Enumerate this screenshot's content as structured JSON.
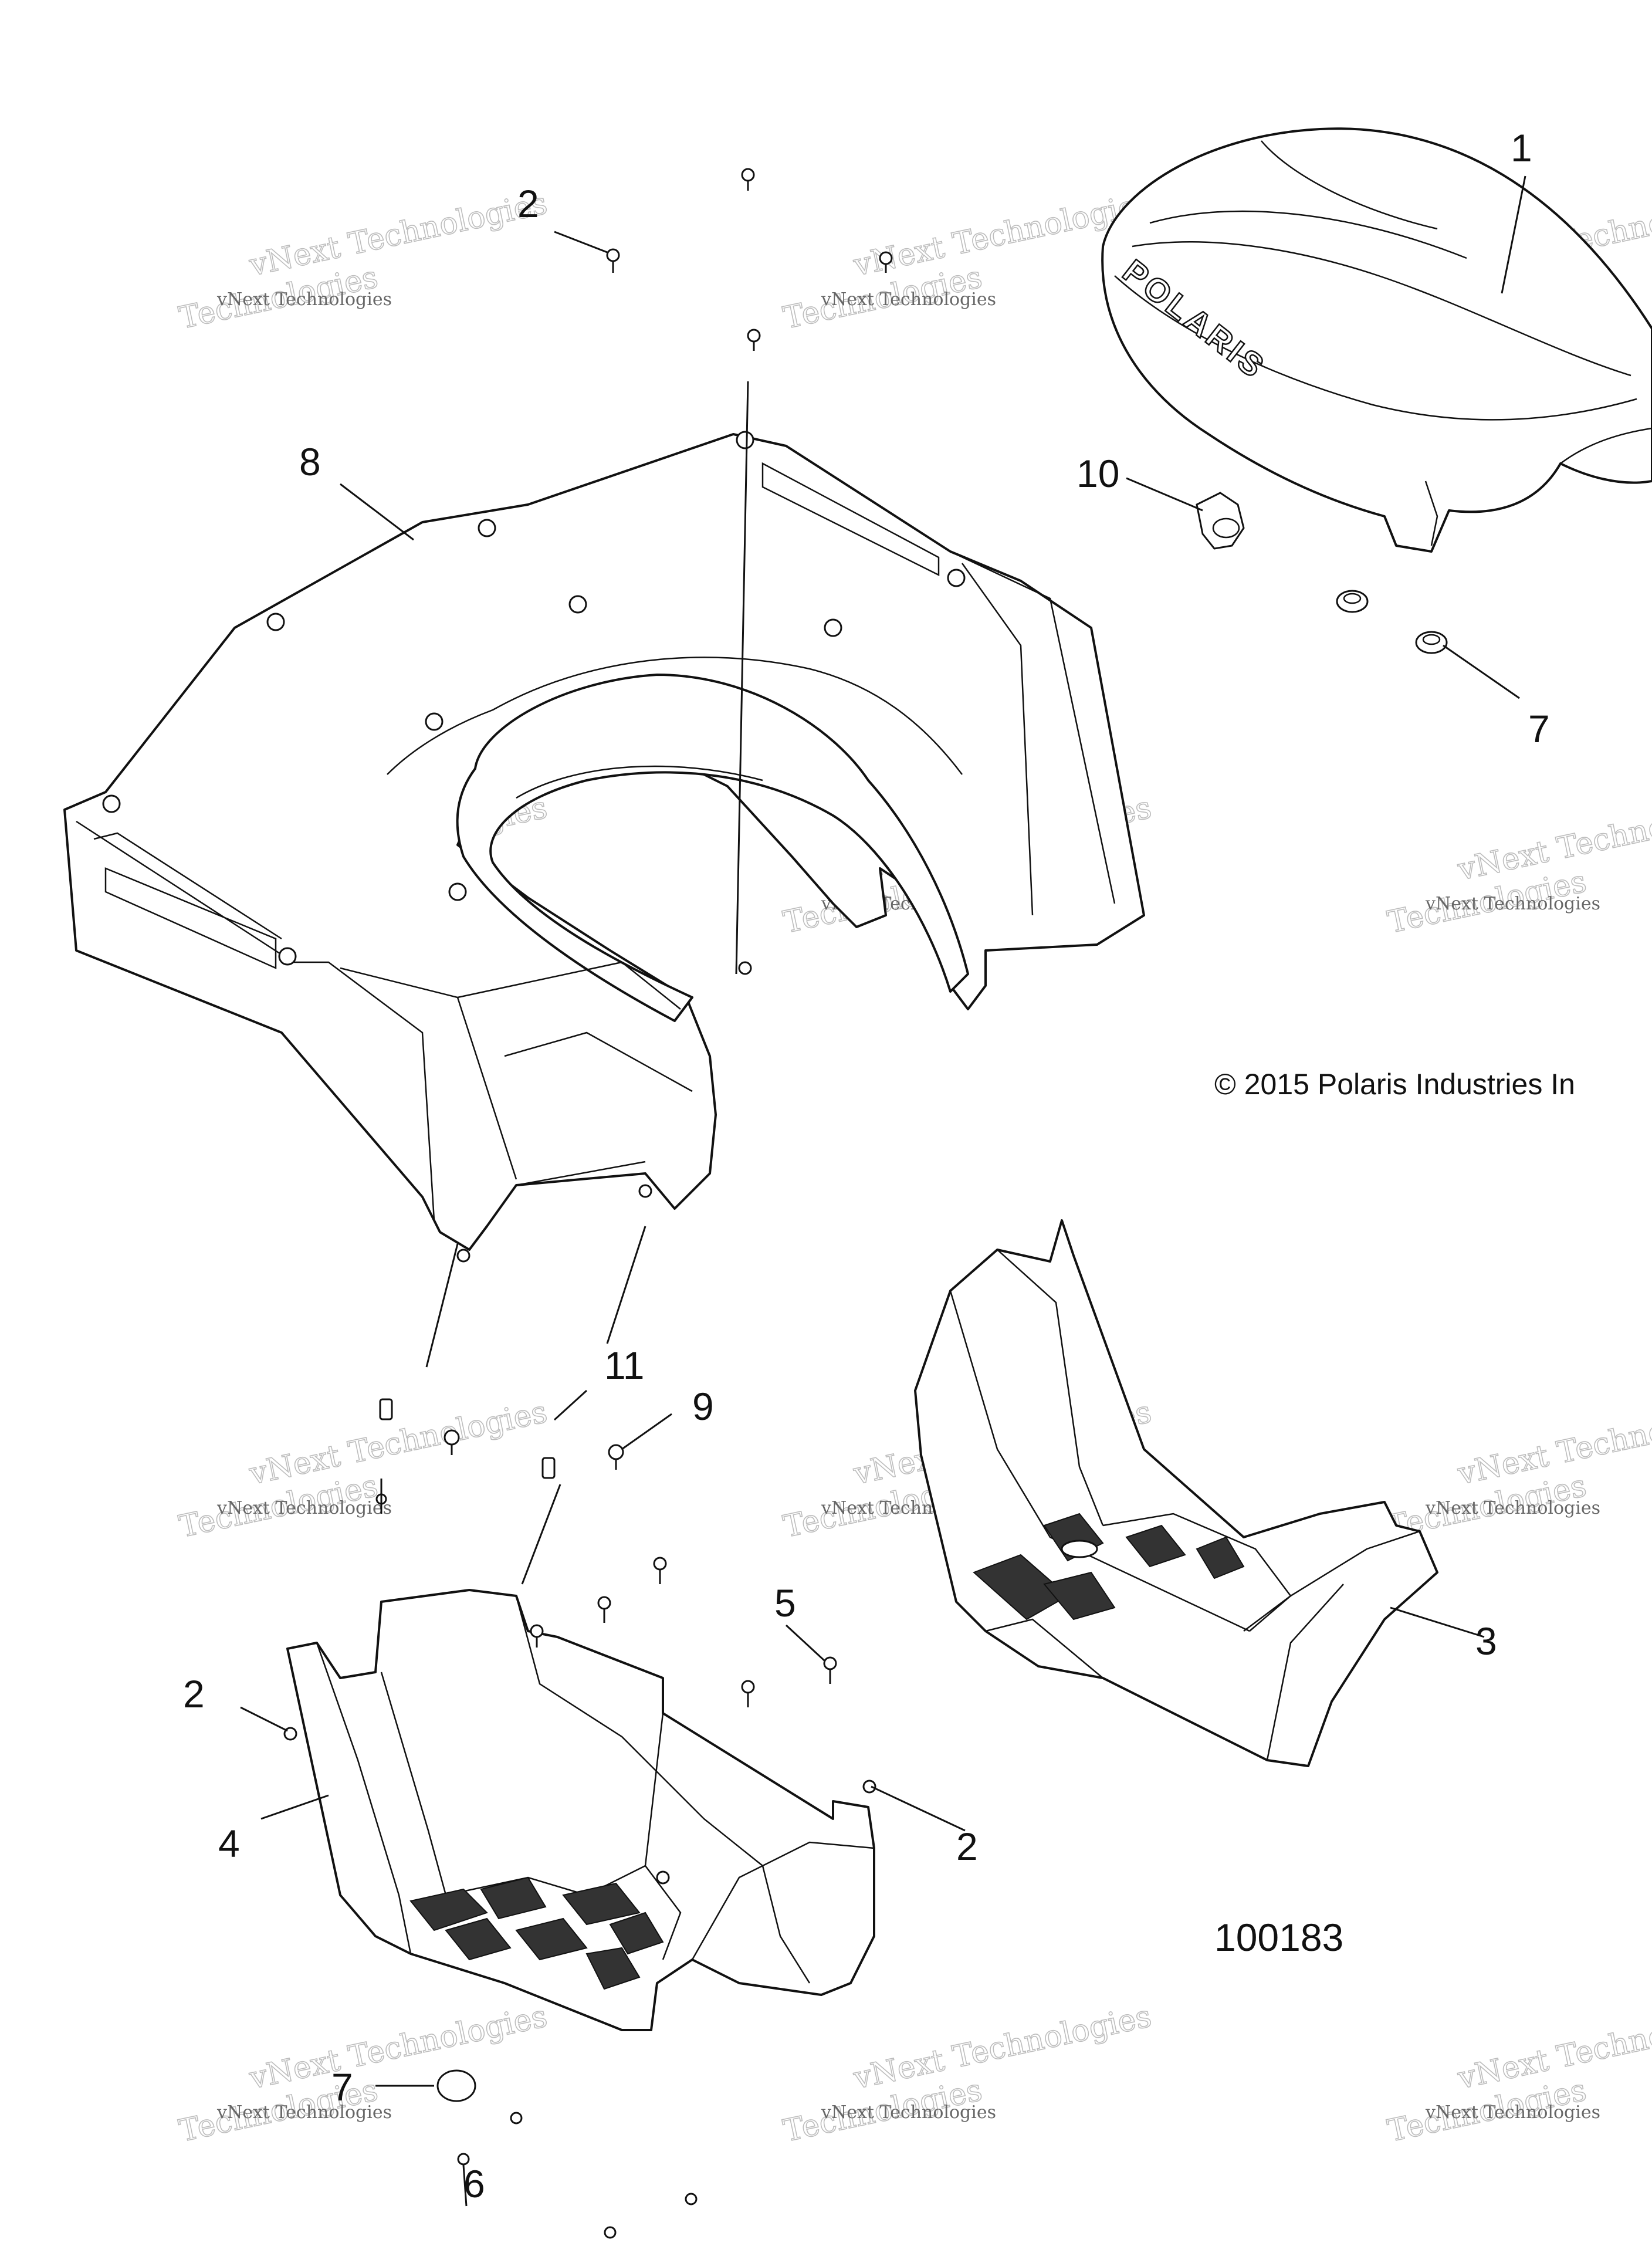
{
  "diagram": {
    "copyright": "© 2015 Polaris Industries In",
    "reference_number": "100183",
    "seat_logo": "POLARIS",
    "watermark": {
      "line1": "vNext Technologies",
      "line2": "Technologies"
    },
    "callouts": [
      {
        "id": "c1",
        "label": "1"
      },
      {
        "id": "c2a",
        "label": "2"
      },
      {
        "id": "c2b",
        "label": "2"
      },
      {
        "id": "c2c",
        "label": "2"
      },
      {
        "id": "c3",
        "label": "3"
      },
      {
        "id": "c4",
        "label": "4"
      },
      {
        "id": "c5",
        "label": "5"
      },
      {
        "id": "c6",
        "label": "6"
      },
      {
        "id": "c7a",
        "label": "7"
      },
      {
        "id": "c7b",
        "label": "7"
      },
      {
        "id": "c8",
        "label": "8"
      },
      {
        "id": "c9",
        "label": "9"
      },
      {
        "id": "c10",
        "label": "10"
      },
      {
        "id": "c11",
        "label": "11"
      }
    ]
  }
}
